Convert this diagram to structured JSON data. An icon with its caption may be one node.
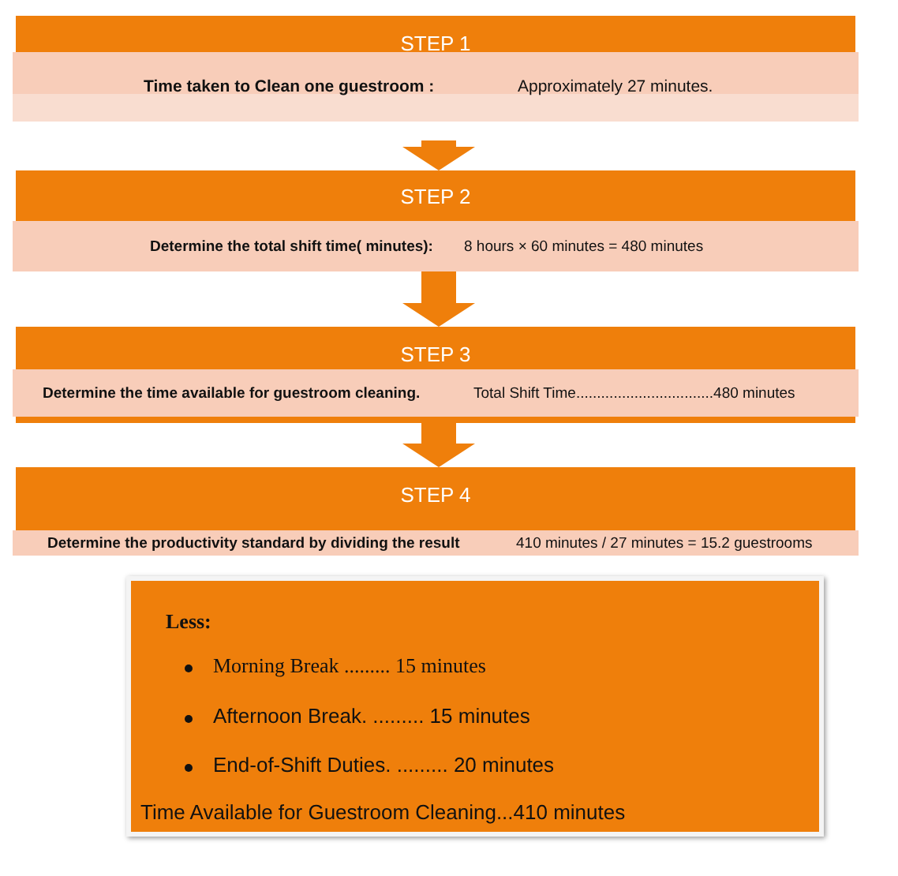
{
  "diagram": {
    "nodes": [
      {
        "text": [
          "STEP 1",
          "Time taken to Clean one guestroom :",
          "Approximately 27 minutes."
        ]
      },
      {
        "text": [
          "STEP 2",
          "Determine the total shift time( minutes):",
          "8 hours × 60 minutes = 480 minutes"
        ]
      },
      {
        "text": [
          "STEP 3",
          "Determine the time available for guestroom cleaning.",
          "Total Shift Time.................................480 minutes"
        ]
      },
      {
        "text": [
          "STEP 4",
          "Determine the productivity standard by dividing the result",
          "410 minutes / 27 minutes = 15.2 guestrooms"
        ]
      },
      {
        "text": [
          "Less:",
          "Morning Break ......... 15 minutes",
          "Afternoon Break. ......... 15 minutes",
          "End-of-Shift Duties. ......... 20 minutes",
          "Time Available for Guestroom Cleaning...410 minutes"
        ]
      }
    ],
    "edges": [
      {
        "from": 0,
        "to": 1,
        "arrow": "to"
      },
      {
        "from": 1,
        "to": 2,
        "arrow": "to"
      },
      {
        "from": 2,
        "to": 3,
        "arrow": "to"
      }
    ]
  }
}
